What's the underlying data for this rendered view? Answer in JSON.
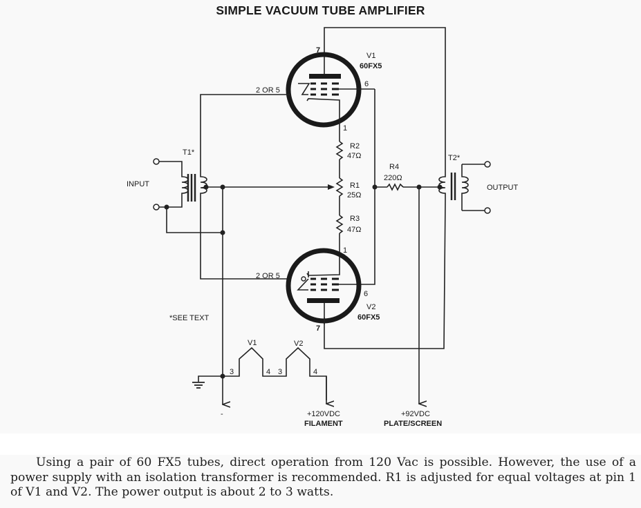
{
  "title": "SIMPLE VACUUM TUBE AMPLIFIER",
  "schematic": {
    "tubes": [
      {
        "ref": "V1",
        "type": "60FX5",
        "pins": {
          "plate": "7",
          "grid": "2 OR 5",
          "screen": "6",
          "cathode": "1"
        }
      },
      {
        "ref": "V2",
        "type": "60FX5",
        "pins": {
          "plate": "7",
          "grid": "2 OR 5",
          "screen": "6",
          "cathode": "1"
        }
      }
    ],
    "resistors": [
      {
        "ref": "R2",
        "value": "47Ω"
      },
      {
        "ref": "R1",
        "value": "25Ω"
      },
      {
        "ref": "R3",
        "value": "47Ω"
      },
      {
        "ref": "R4",
        "value": "220Ω"
      }
    ],
    "transformers": [
      {
        "ref": "T1*",
        "label": "INPUT"
      },
      {
        "ref": "T2*",
        "label": "OUTPUT"
      }
    ],
    "filament": {
      "v1_label": "V1",
      "v2_label": "V2",
      "pin_labels": [
        "3",
        "4",
        "3",
        "4"
      ]
    },
    "footnote": "*SEE TEXT",
    "ground_label": "-",
    "supplies": [
      {
        "voltage": "+120VDC",
        "name": "FILAMENT"
      },
      {
        "voltage": "+92VDC",
        "name": "PLATE/SCREEN"
      }
    ]
  },
  "caption": "Using a pair of 60 FX5 tubes, direct operation from 120 Vac is possible. However, the use of a power supply with an isolation transformer is recommended. R1 is adjusted for equal voltages at pin 1 of V1 and V2. The power output is about 2 to 3 watts."
}
